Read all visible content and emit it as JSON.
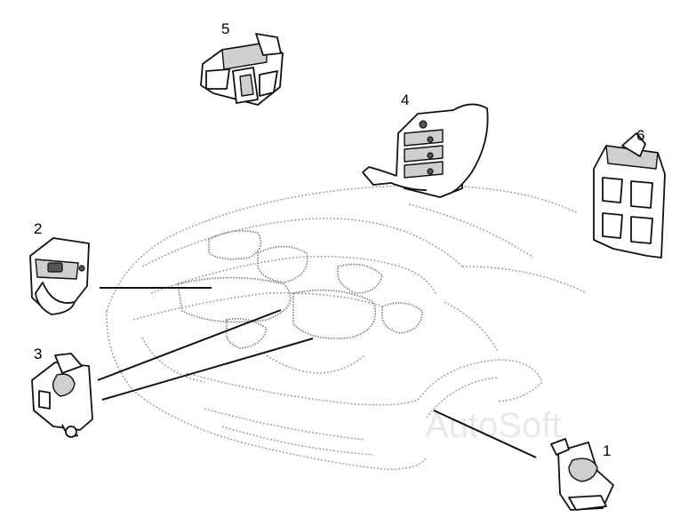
{
  "watermark": "AutoSoft",
  "callouts": [
    {
      "id": "1",
      "label": "1"
    },
    {
      "id": "2",
      "label": "2"
    },
    {
      "id": "3",
      "label": "3"
    },
    {
      "id": "4",
      "label": "4"
    },
    {
      "id": "5",
      "label": "5"
    },
    {
      "id": "6",
      "label": "6"
    }
  ]
}
